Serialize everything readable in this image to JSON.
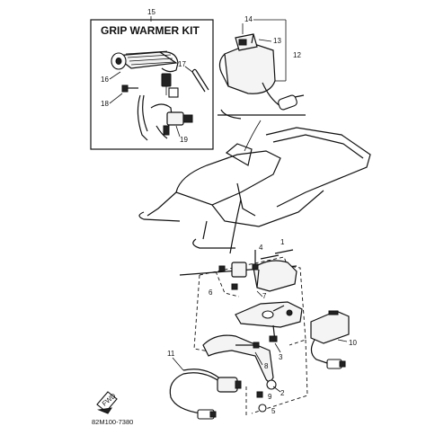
{
  "kit_title": "GRIP WARMER KIT",
  "drawing_code": "82M100-7380",
  "fwd_icon_label": "FWD",
  "callouts": {
    "c1": "1",
    "c2": "2",
    "c3": "3",
    "c4": "4",
    "c5": "5",
    "c6": "6",
    "c7": "7",
    "c8": "8",
    "c9": "9",
    "c10": "10",
    "c11": "11",
    "c12": "12",
    "c13": "13",
    "c14": "14",
    "c15": "15",
    "c16": "16",
    "c17": "17",
    "c18": "18",
    "c19": "19"
  }
}
